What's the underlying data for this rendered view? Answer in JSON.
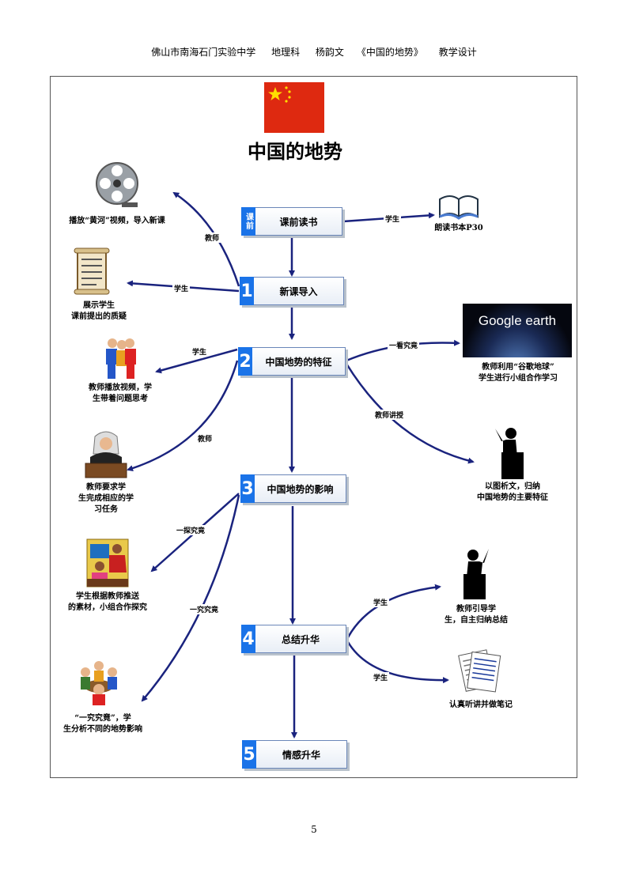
{
  "header": {
    "school": "佛山市南海石门实验中学",
    "subject": "地理科",
    "author": "杨韵文",
    "lesson": "《中国的地势》",
    "doc_type": "教学设计"
  },
  "diagram": {
    "title": "中国的地势",
    "nodes": {
      "pre": {
        "num": "课前",
        "label": "课前读书"
      },
      "n1": {
        "num": "1",
        "label": "新课导入"
      },
      "n2": {
        "num": "2",
        "label": "中国地势的特征"
      },
      "n3": {
        "num": "3",
        "label": "中国地势的影响"
      },
      "n4": {
        "num": "4",
        "label": "总结升华"
      },
      "n5": {
        "num": "5",
        "label": "情感升华"
      }
    },
    "captions": {
      "film": "播放“黄河”视频，导入新课",
      "book": "朗读书本P30",
      "scroll_1": "展示学生",
      "scroll_2": "课前提出的质疑",
      "google": "Google earth",
      "google_cap_1": "教师利用“谷歌地球”",
      "google_cap_2": "学生进行小组合作学习",
      "people_1": "教师播放视频，学",
      "people_2": "生带着问题思考",
      "judge_1": "教师要求学",
      "judge_2": "生完成相应的学",
      "judge_3": "习任务",
      "speaker1_1": "以图析文，归纳",
      "speaker1_2": "中国地势的主要特征",
      "teach_1": "学生根据教师推送",
      "teach_2": "的素材，小组合作探究",
      "speaker2_1": "教师引导学",
      "speaker2_2": "生，自主归纳总结",
      "group_1": "“一究究竟”，学",
      "group_2": "生分析不同的地势影响",
      "notes": "认真听讲并做笔记"
    },
    "edge_labels": {
      "teacher_a": "教师",
      "student_a": "学生",
      "student_b": "学生",
      "student_c": "学生",
      "explore_a": "一看究竟",
      "teacher_b": "教师",
      "teacher_lecture": "教师讲授",
      "explore_b": "一探究竟",
      "explore_c": "一究究竟",
      "student_d": "学生",
      "student_e": "学生"
    }
  },
  "page_number": "5",
  "colors": {
    "accent": "#1a73e8",
    "arrow": "#1a237e",
    "flag_red": "#de2910",
    "flag_star": "#ffde00"
  }
}
